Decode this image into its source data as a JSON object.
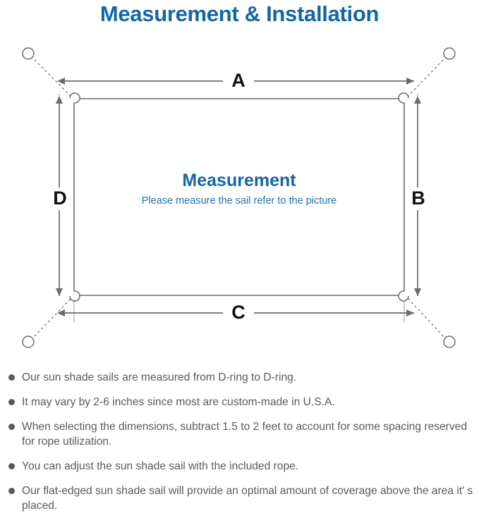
{
  "page": {
    "title": "Measurement & Installation",
    "title_color": "#1565a8",
    "background_color": "#ffffff"
  },
  "diagram": {
    "name": "sun-shade-sail-measurement-diagram",
    "sail": {
      "caption_title": "Measurement",
      "caption_subtitle": "Please measure the sail refer to the picture",
      "edge_color": "#6b6b6b",
      "caption_title_color": "#1565a8",
      "caption_subtitle_color": "#2173b0"
    },
    "dimension_labels": [
      {
        "id": "A",
        "label": "A",
        "position": "top"
      },
      {
        "id": "B",
        "label": "B",
        "position": "right"
      },
      {
        "id": "C",
        "label": "C",
        "position": "bottom"
      },
      {
        "id": "D",
        "label": "D",
        "position": "left"
      }
    ],
    "anchor_points": [
      {
        "id": "top-left",
        "name": "anchor-point-top-left"
      },
      {
        "id": "top-right",
        "name": "anchor-point-top-right"
      },
      {
        "id": "bottom-left",
        "name": "anchor-point-bottom-left"
      },
      {
        "id": "bottom-right",
        "name": "anchor-point-bottom-right"
      }
    ],
    "d_rings": [
      {
        "id": "top-left",
        "name": "d-ring-top-left"
      },
      {
        "id": "top-right",
        "name": "d-ring-top-right"
      },
      {
        "id": "bottom-left",
        "name": "d-ring-bottom-left"
      },
      {
        "id": "bottom-right",
        "name": "d-ring-bottom-right"
      }
    ],
    "line_color": "#6b6b6b",
    "rope_style": "dotted"
  },
  "notes": {
    "bullet_color": "#5a5a5a",
    "text_color": "#5a5a5a",
    "items": [
      "Our sun shade sails are measured from D-ring to D-ring.",
      "It may vary by 2-6 inches since most are custom-made in U.S.A.",
      "When selecting the dimensions, subtract 1.5 to 2 feet to account for some spacing reserved for rope utilization.",
      "You can adjust the sun shade sail with the included rope.",
      "Our flat-edged sun shade sail will provide an optimal amount of coverage above the area it′ s placed."
    ]
  }
}
